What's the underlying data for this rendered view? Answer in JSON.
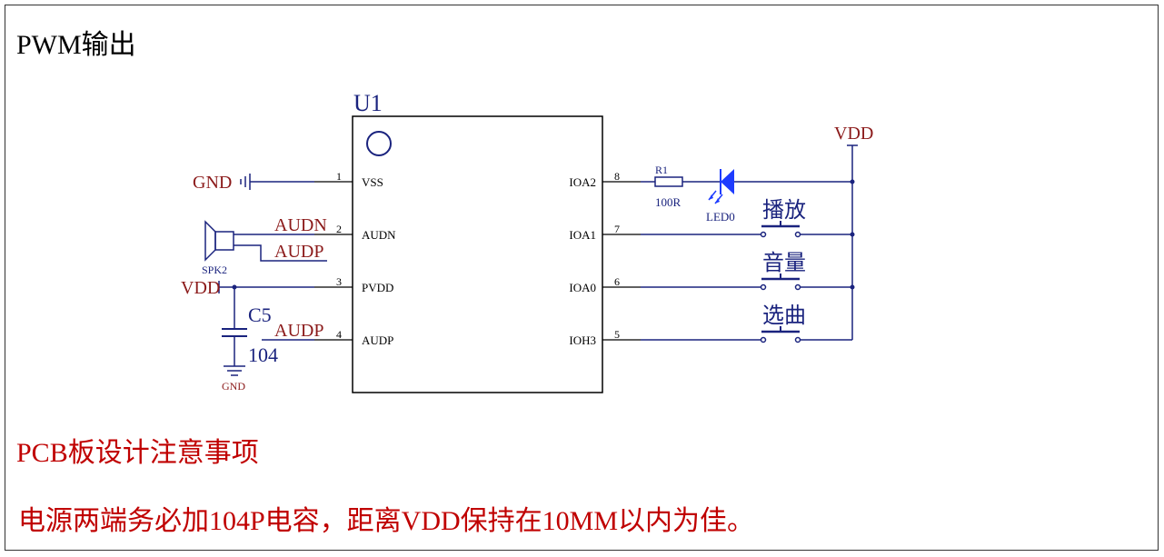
{
  "section_title": "PWM输出",
  "chip": {
    "ref": "U1",
    "left_pins": [
      {
        "num": "1",
        "name": "VSS"
      },
      {
        "num": "2",
        "name": "AUDN"
      },
      {
        "num": "3",
        "name": "PVDD"
      },
      {
        "num": "4",
        "name": "AUDP"
      }
    ],
    "right_pins": [
      {
        "num": "8",
        "name": "IOA2"
      },
      {
        "num": "7",
        "name": "IOA1"
      },
      {
        "num": "6",
        "name": "IOA0"
      },
      {
        "num": "5",
        "name": "IOH3"
      }
    ]
  },
  "nets": {
    "gnd_left": "GND",
    "audn": "AUDN",
    "audp_spk": "AUDP",
    "vdd_left": "VDD",
    "audp_pin4": "AUDP",
    "gnd_cap": "GND",
    "vdd_right": "VDD"
  },
  "components": {
    "speaker": "SPK2",
    "capacitor_ref": "C5",
    "capacitor_value": "104",
    "resistor_ref": "R1",
    "resistor_value": "100R",
    "led_ref": "LED0"
  },
  "buttons": [
    "播放",
    "音量",
    "选曲"
  ],
  "pcb_note_title": "PCB板设计注意事项",
  "pcb_note_body": "电源两端务必加104P电容，距离VDD保持在10MM以内为佳。",
  "colors": {
    "wire": "#1a237e",
    "net_label": "#8b1a1a",
    "note": "#c00000",
    "led": "#1e3cff"
  }
}
